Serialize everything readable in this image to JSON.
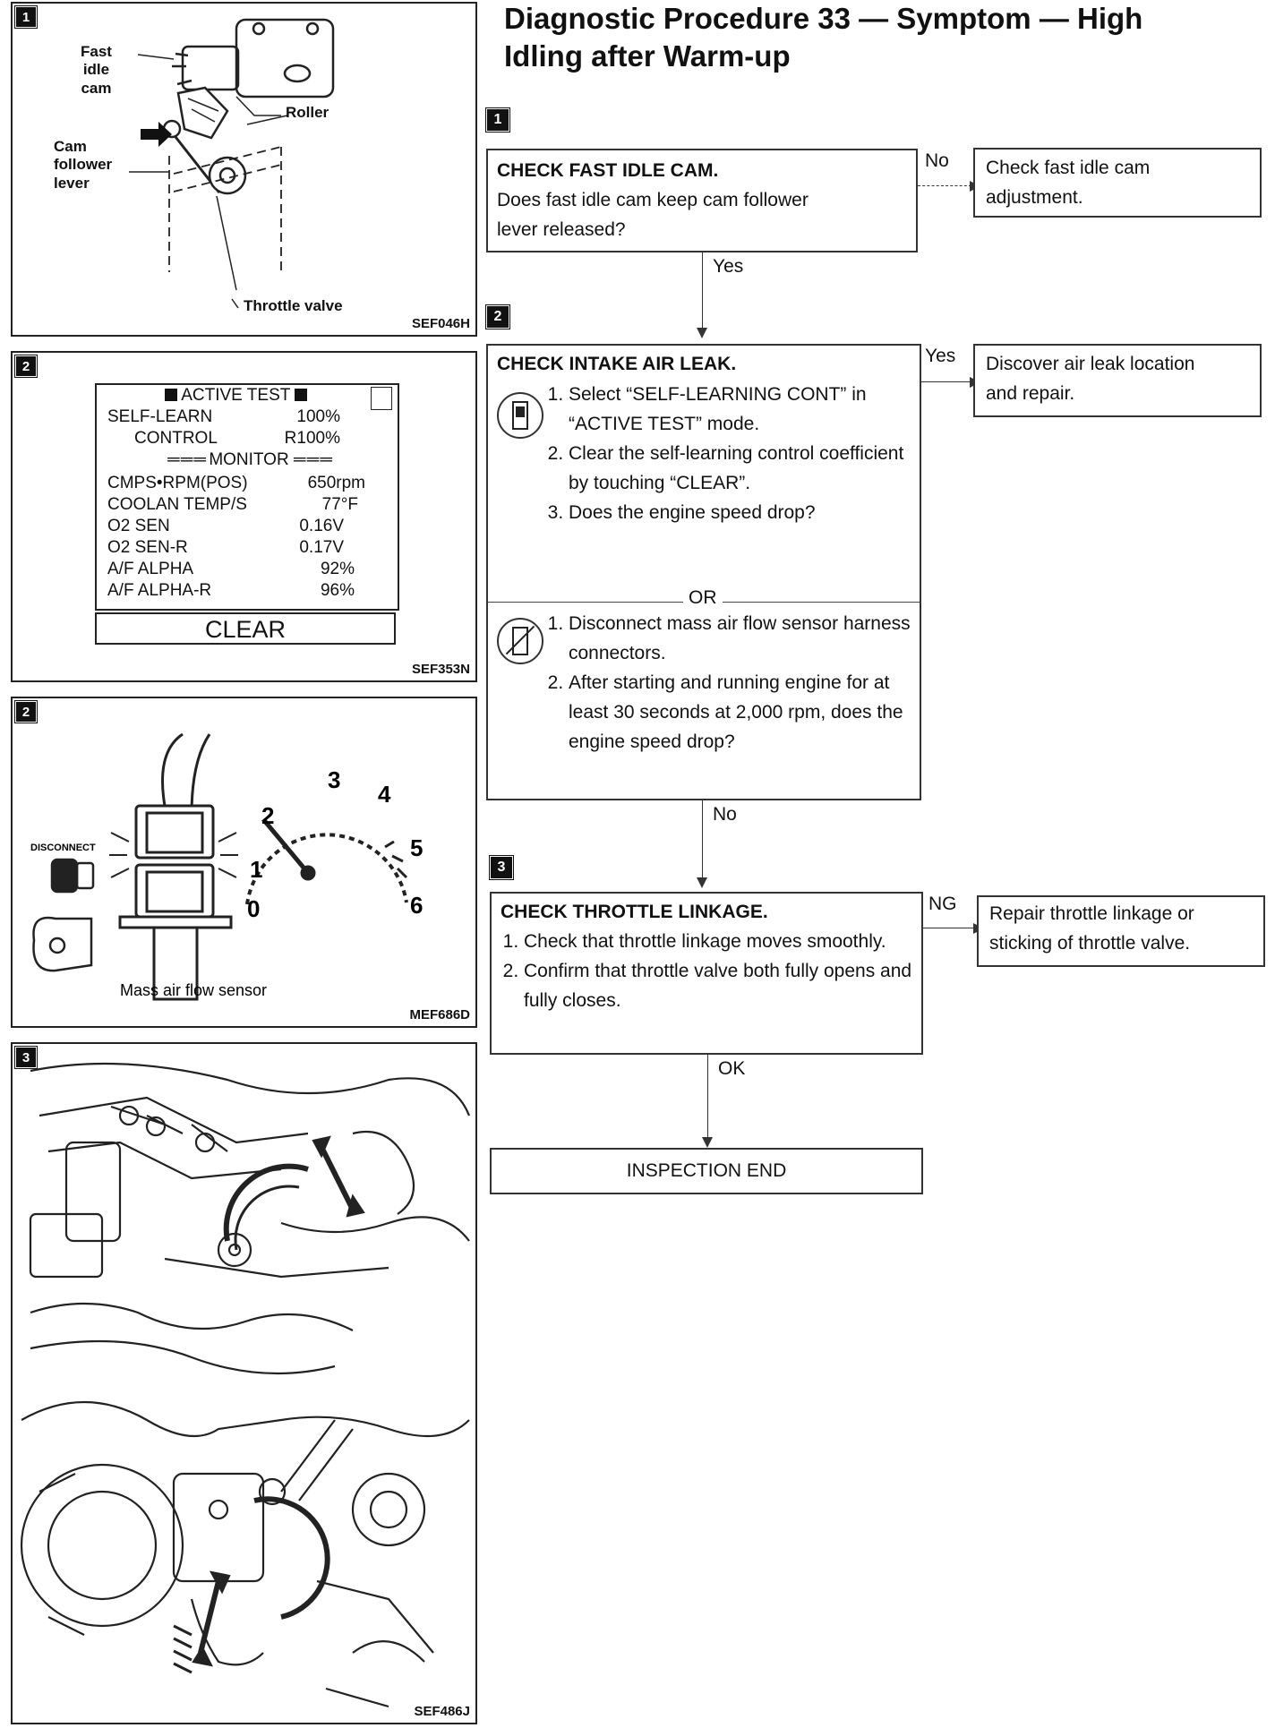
{
  "title": {
    "line1": "Diagnostic Procedure 33 — Symptom — High",
    "line2": "Idling after Warm-up"
  },
  "figures": {
    "fig1": {
      "tag": "1",
      "code": "SEF046H",
      "labels": {
        "fast_idle_cam_1": "Fast",
        "fast_idle_cam_2": "idle",
        "fast_idle_cam_3": "cam",
        "roller": "Roller",
        "cam_follower_1": "Cam",
        "cam_follower_2": "follower",
        "cam_follower_3": "lever",
        "throttle_valve": "Throttle valve"
      }
    },
    "fig2": {
      "tag": "2",
      "code": "SEF353N",
      "screen": {
        "header": "ACTIVE TEST",
        "rows": [
          {
            "name": "SELF-LEARN",
            "value": "100%"
          },
          {
            "name": "CONTROL",
            "value": "R100%"
          }
        ],
        "monitor": "MONITOR",
        "monitor_rows": [
          {
            "name": "CMPS•RPM(POS)",
            "value": "650rpm"
          },
          {
            "name": "COOLAN TEMP/S",
            "value": "77°F"
          },
          {
            "name": "O2 SEN",
            "value": "0.16V"
          },
          {
            "name": "O2 SEN-R",
            "value": "0.17V"
          },
          {
            "name": "A/F ALPHA",
            "value": "92%"
          },
          {
            "name": "A/F ALPHA-R",
            "value": "96%"
          }
        ],
        "clear_button": "CLEAR"
      }
    },
    "fig3": {
      "tag": "2",
      "code": "MEF686D",
      "disconnect": "DISCONNECT",
      "caption": "Mass air flow sensor",
      "gauge_ticks": [
        "0",
        "1",
        "2",
        "3",
        "4",
        "5",
        "6"
      ]
    },
    "fig4": {
      "tag": "3",
      "code": "SEF486J"
    }
  },
  "flow": {
    "step1": {
      "num": "1",
      "head": "CHECK FAST IDLE CAM.",
      "body": [
        "Does fast idle cam keep cam follower",
        "lever released?"
      ],
      "no_label": "No",
      "no_result": [
        "Check fast idle cam",
        "adjustment."
      ],
      "yes_label": "Yes"
    },
    "step2": {
      "num": "2",
      "head": "CHECK INTAKE AIR LEAK.",
      "list_a": [
        "Select “SELF-LEARNING CONT” in “ACTIVE TEST” mode.",
        "Clear the self-learning control coefficient by touching “CLEAR”.",
        "Does the engine speed drop?"
      ],
      "or": "OR",
      "list_b": [
        "Disconnect mass air flow sensor harness connectors.",
        "After starting and running engine for at least 30 seconds at 2,000 rpm, does the engine speed drop?"
      ],
      "yes_label": "Yes",
      "yes_result": [
        "Discover air leak location",
        "and repair."
      ],
      "no_label": "No"
    },
    "step3": {
      "num": "3",
      "head": "CHECK THROTTLE LINKAGE.",
      "list": [
        "Check that throttle linkage moves smoothly.",
        "Confirm that throttle valve both fully opens and fully closes."
      ],
      "ng_label": "NG",
      "ng_result": [
        "Repair throttle linkage or",
        "sticking of throttle valve."
      ],
      "ok_label": "OK"
    },
    "end": "INSPECTION END"
  }
}
